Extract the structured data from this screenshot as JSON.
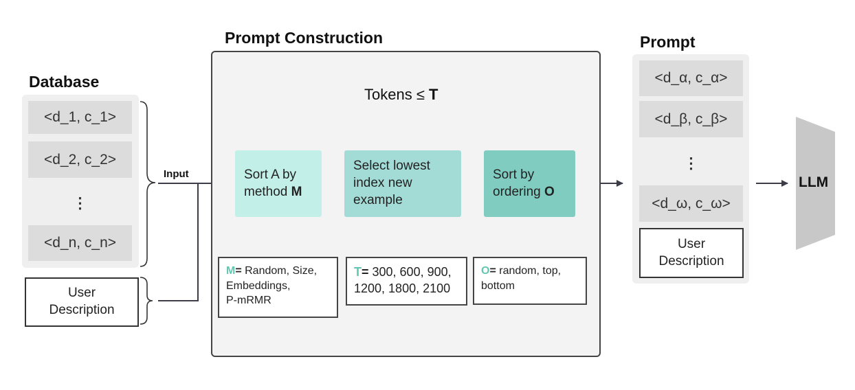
{
  "database": {
    "title": "Database",
    "items": [
      "<d_1, c_1>",
      "<d_2, c_2>",
      "⋮",
      "<d_n, c_n>"
    ],
    "user_description": [
      "User",
      "Description"
    ]
  },
  "input_label": "Input",
  "prompt_construction": {
    "title": "Prompt Construction",
    "loop_label": {
      "text": "Tokens ≤ ",
      "symbol": "T"
    },
    "steps": [
      {
        "lines": [
          "Sort A by",
          "method "
        ],
        "symbol": "M",
        "color": "#c3efe9"
      },
      {
        "lines": [
          "Select lowest",
          "index new",
          "example"
        ],
        "color": "#a3dcd6"
      },
      {
        "lines": [
          "Sort by",
          "ordering "
        ],
        "symbol": "O",
        "color": "#80ccc0"
      }
    ],
    "params": [
      {
        "symbol": "M",
        "eq": "=",
        "lines": [
          " Random, Size,",
          "Embeddings,",
          "P-mRMR"
        ]
      },
      {
        "symbol": "T",
        "eq": "=",
        "lines": [
          " 300, 600, 900,",
          "1200, 1800, 2100"
        ]
      },
      {
        "symbol": "O",
        "eq": "=",
        "lines": [
          " random, top,",
          "bottom"
        ]
      }
    ]
  },
  "prompt": {
    "title": "Prompt",
    "items": [
      "<d_α, c_α>",
      "<d_β, c_β>",
      "⋮",
      "<d_ω, c_ω>"
    ],
    "user_description": [
      "User",
      "Description"
    ]
  },
  "llm_label": "LLM",
  "colors": {
    "accent": "#63c7b2",
    "panel": "#efefef",
    "item": "#dcdcdc",
    "line": "#3d3d4a"
  }
}
